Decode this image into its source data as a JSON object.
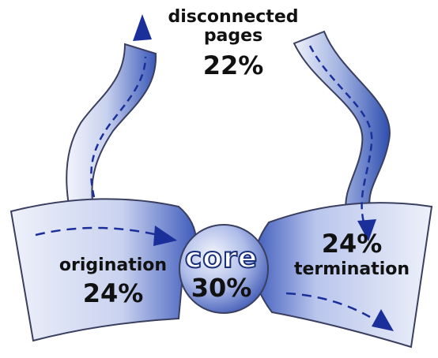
{
  "diagram": {
    "disconnected": {
      "line1": "disconnected",
      "line2": "pages",
      "value": "22%"
    },
    "origination": {
      "label": "origination",
      "value": "24%"
    },
    "core": {
      "label": "core",
      "value": "30%"
    },
    "termination": {
      "value": "24%",
      "label": "termination"
    }
  },
  "colors": {
    "shape_light": "#e4e9f7",
    "shape_dark": "#3a58b8",
    "arrow": "#1a2f9a",
    "outline": "#3a3f60"
  }
}
